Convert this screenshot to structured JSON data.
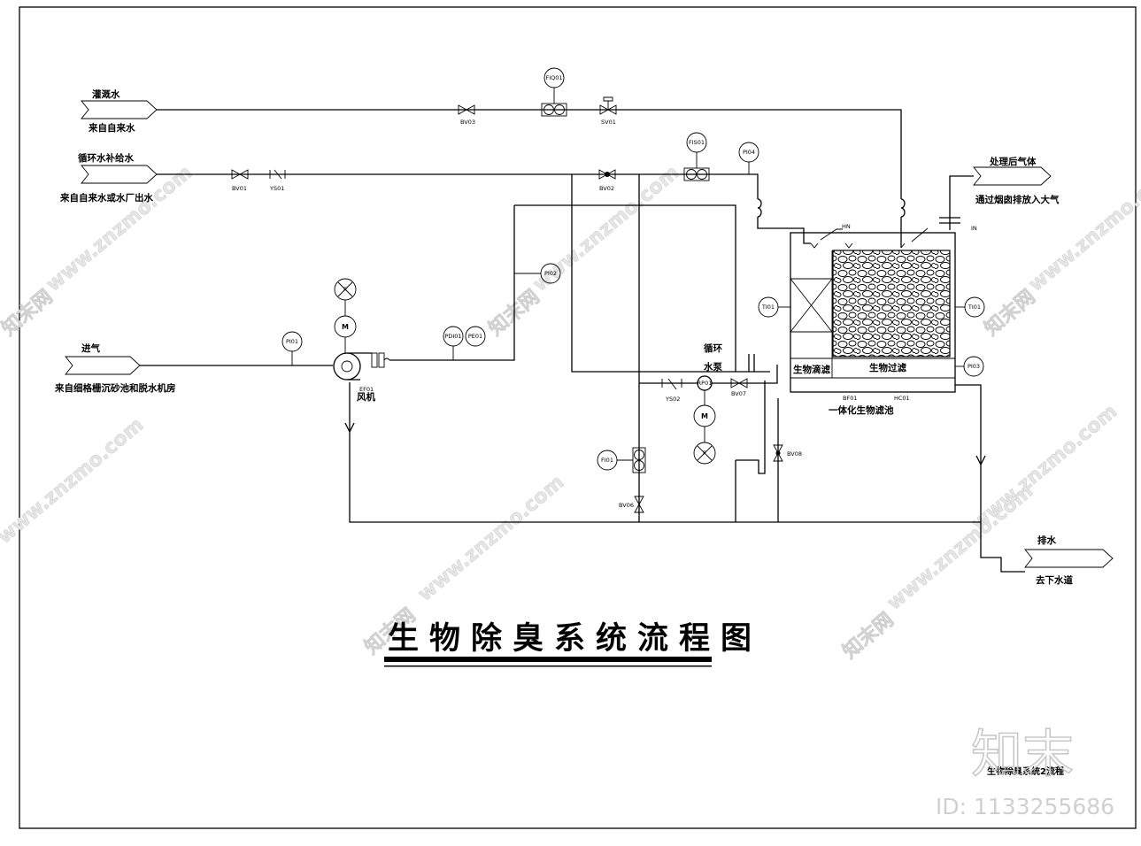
{
  "diagram": {
    "title": "生物除臭系统流程图",
    "bottom_caption": "生物除臭系统2流程",
    "watermark": {
      "brand": "知末",
      "id_text": "ID: 1133255686",
      "url_text": "www.znzmo.com",
      "cn_text": "知末网"
    },
    "inlets": {
      "irrigation": {
        "label": "灌溉水",
        "source": "来自自来水"
      },
      "circulation": {
        "label": "循环水补给水",
        "source": "来自自来水或水厂出水"
      },
      "intake": {
        "label": "进气",
        "source": "来自细格栅沉砂池和脱水机房"
      }
    },
    "outlets": {
      "gas": {
        "label": "处理后气体",
        "dest": "通过烟囱排放入大气"
      },
      "drain": {
        "label": "排水",
        "dest": "去下水道"
      }
    },
    "valves": {
      "bv01": "BV01",
      "bv02": "BV02",
      "bv03": "BV03",
      "bv06": "BV06",
      "bv07": "BV07",
      "bv08": "BV08",
      "sv01": "SV01",
      "ys01": "YS01",
      "ys02": "YS02"
    },
    "instruments": {
      "fiq01": "FIQ01",
      "fis01": "FIS01",
      "fi01": "FI01",
      "pi01": "PI01",
      "pi02": "PI02",
      "pi03": "PI03",
      "pi04": "PI04",
      "pdi01": "PDI01",
      "pe01": "PE01",
      "ti01_left": "TI01",
      "ti01_right": "TI01",
      "p": "P",
      "m": "M"
    },
    "equipment": {
      "fan_tag": "EF01",
      "fan_label": "风机",
      "pump_tag": "RP01",
      "pump_label_1": "循环",
      "pump_label_2": "水泵",
      "bio_drip": "生物滴滤",
      "bio_filter": "生物过滤",
      "bf_tag": "BF01",
      "hc_tag": "HC01",
      "tank_label": "一体化生物滤池",
      "hn": "HN",
      "in": "IN"
    }
  }
}
